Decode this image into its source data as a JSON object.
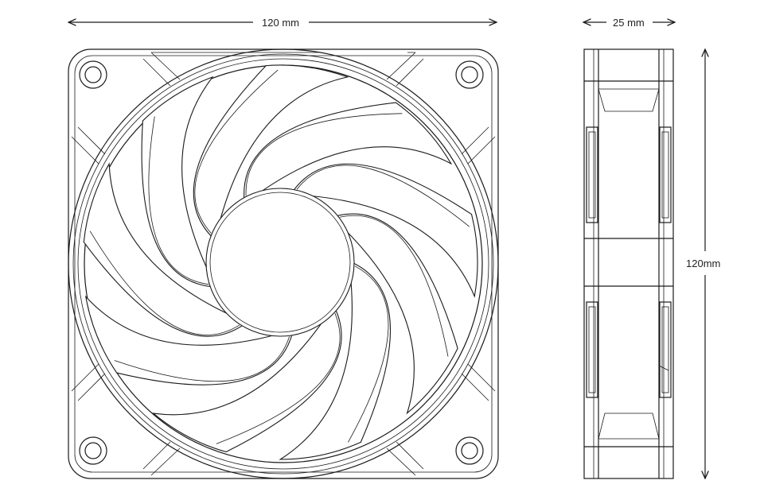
{
  "dimensions": {
    "front_width_value": "120",
    "front_width_unit": "mm",
    "side_depth_value": "25",
    "side_depth_unit": "mm",
    "side_height_value": "120",
    "side_height_unit": "mm"
  },
  "colors": {
    "line": "#1a1a1a",
    "background": "#ffffff"
  },
  "fan": {
    "blade_count": 9,
    "mounting_holes": 4
  }
}
